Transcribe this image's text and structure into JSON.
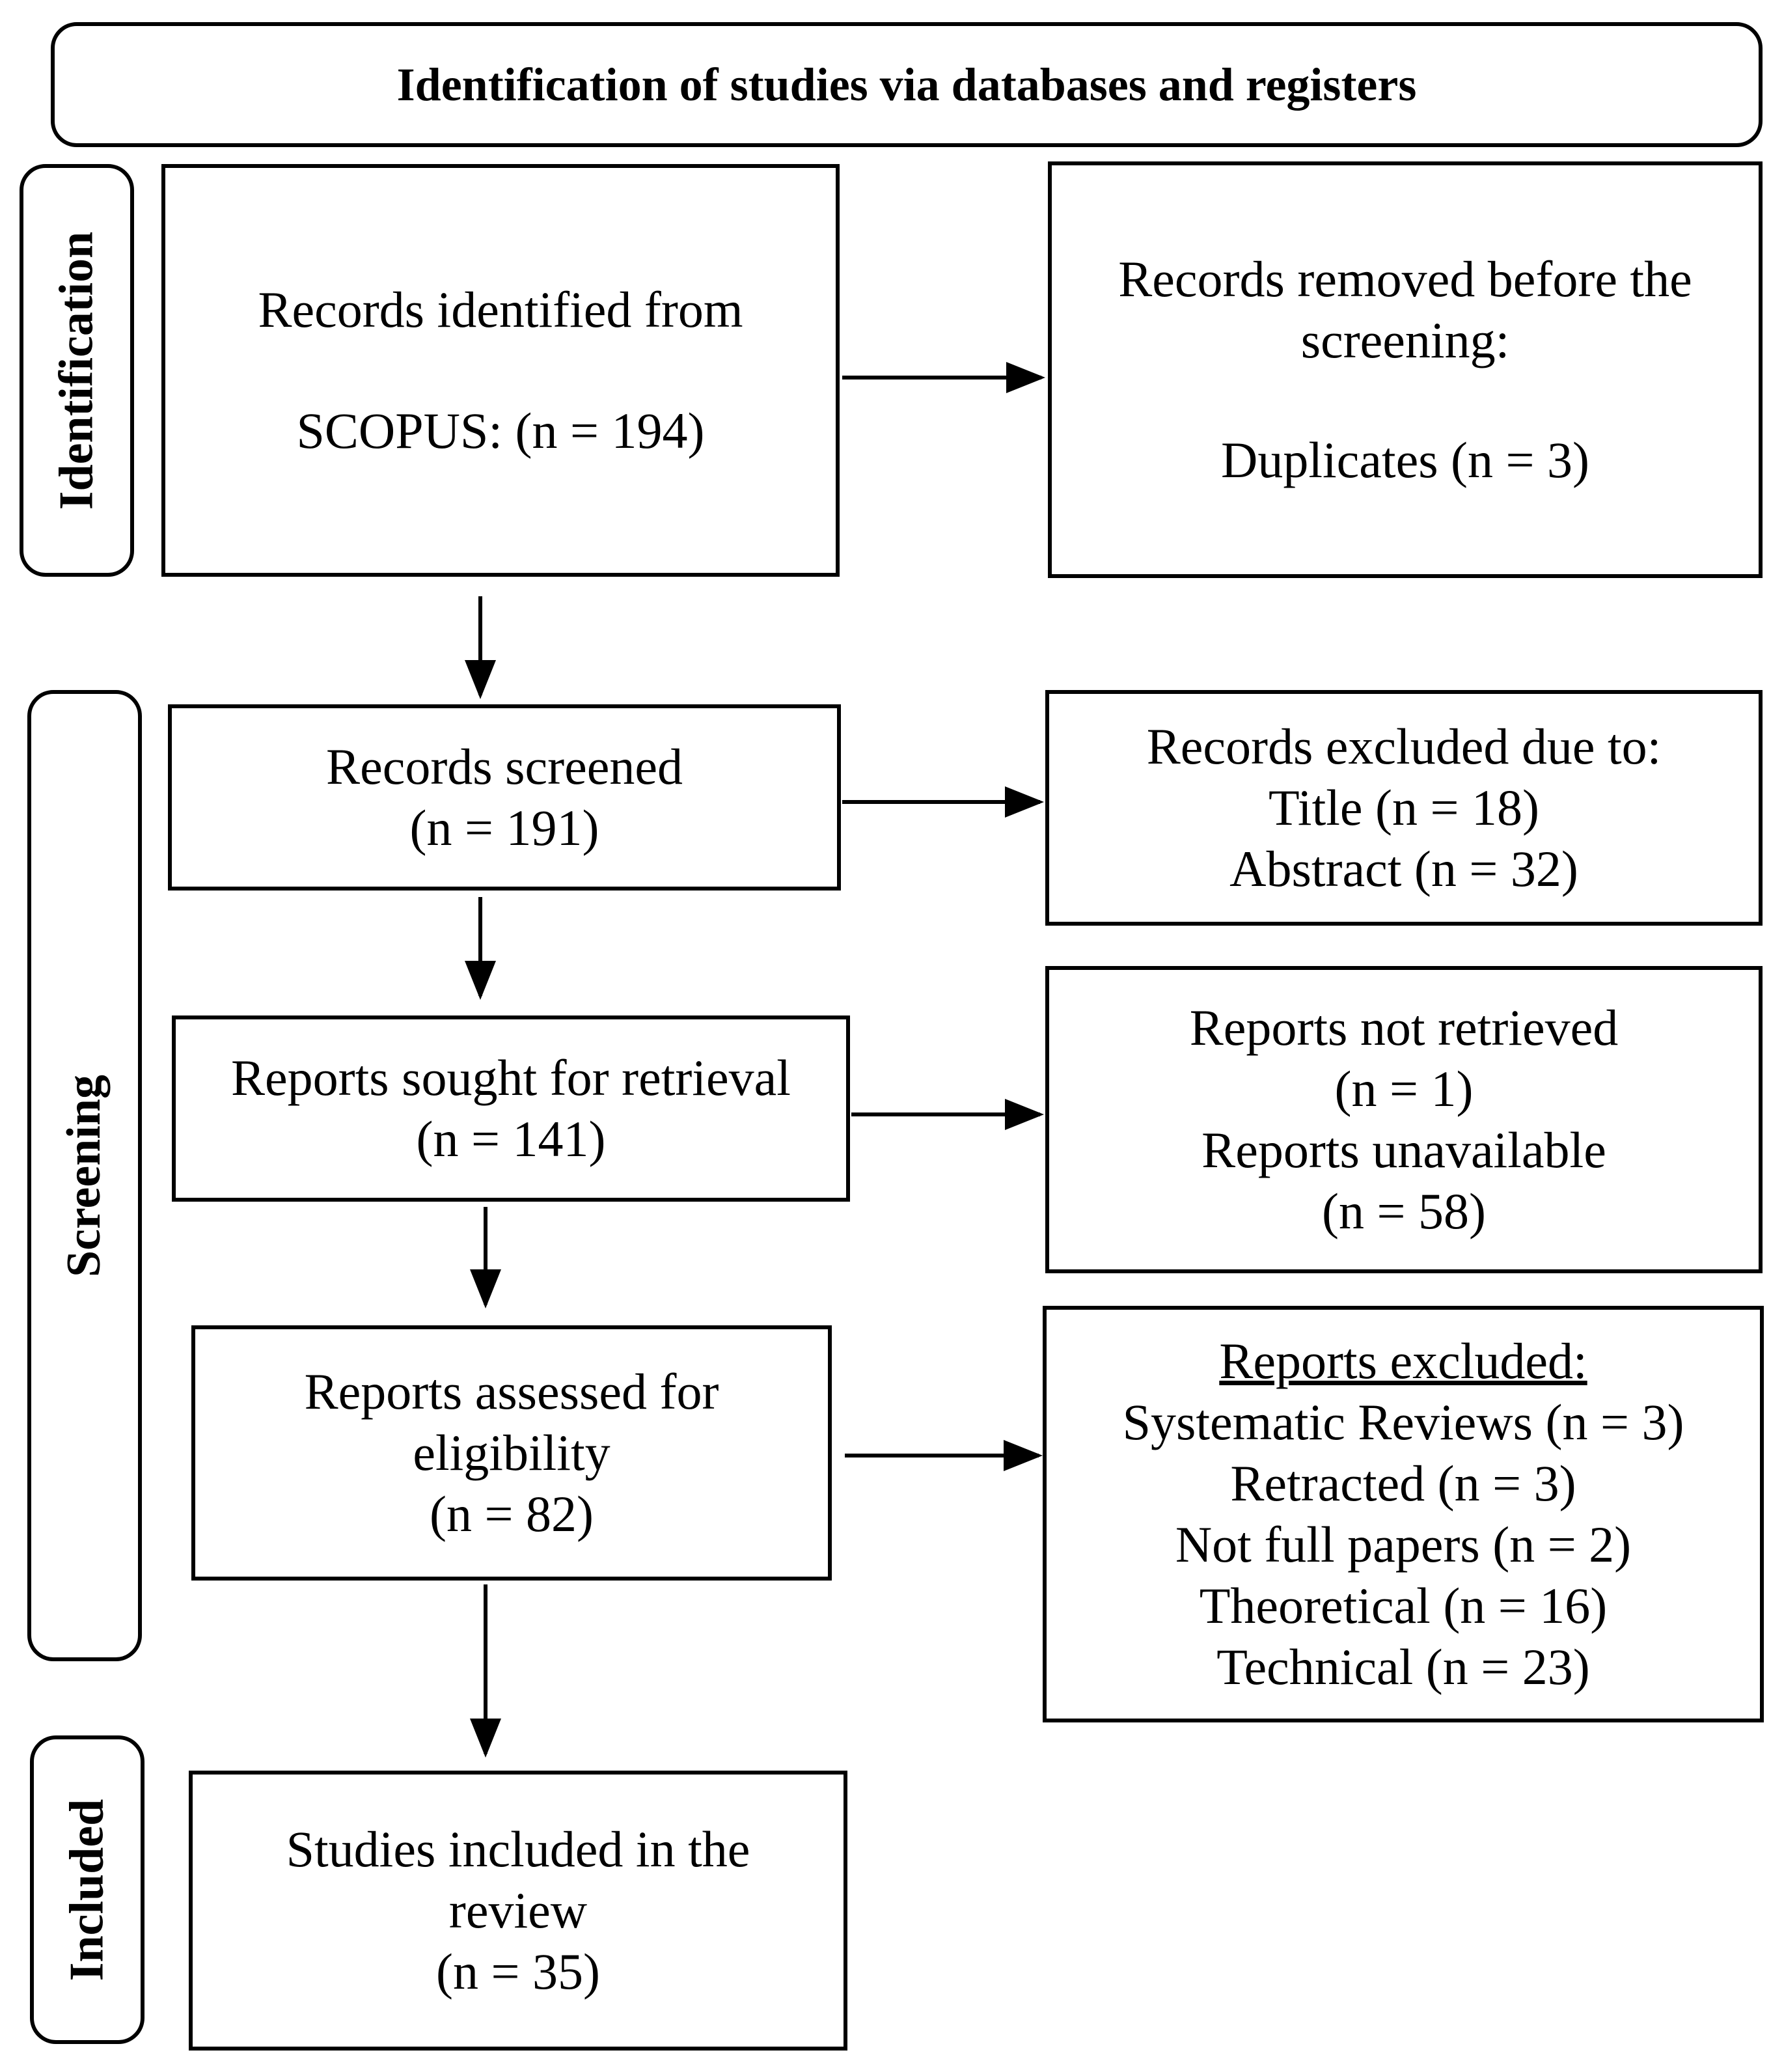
{
  "title": "Identification of studies via databases and registers",
  "phases": {
    "identification": "Identification",
    "screening": "Screening",
    "included": "Included"
  },
  "boxes": {
    "records_identified": [
      "Records identified from",
      "SCOPUS: (n = 194)"
    ],
    "records_removed": [
      "Records removed before the",
      "screening:",
      "Duplicates (n = 3)"
    ],
    "records_screened": [
      "Records screened",
      "(n = 191)"
    ],
    "records_excluded": [
      "Records excluded due to:",
      "Title (n = 18)",
      "Abstract (n = 32)"
    ],
    "reports_sought": [
      "Reports sought for retrieval",
      "(n = 141)"
    ],
    "reports_not_retrieved": [
      "Reports not retrieved",
      "(n = 1)",
      "Reports unavailable",
      "(n = 58)"
    ],
    "reports_assessed": [
      "Reports assessed for",
      "eligibility",
      "(n = 82)"
    ],
    "reports_excluded": {
      "heading": "Reports excluded:",
      "items": [
        "Systematic Reviews (n = 3)",
        "Retracted (n = 3)",
        "Not full papers (n = 2)",
        "Theoretical (n = 16)",
        "Technical (n = 23)"
      ]
    },
    "studies_included": [
      "Studies included in the",
      "review",
      "(n = 35)"
    ]
  }
}
